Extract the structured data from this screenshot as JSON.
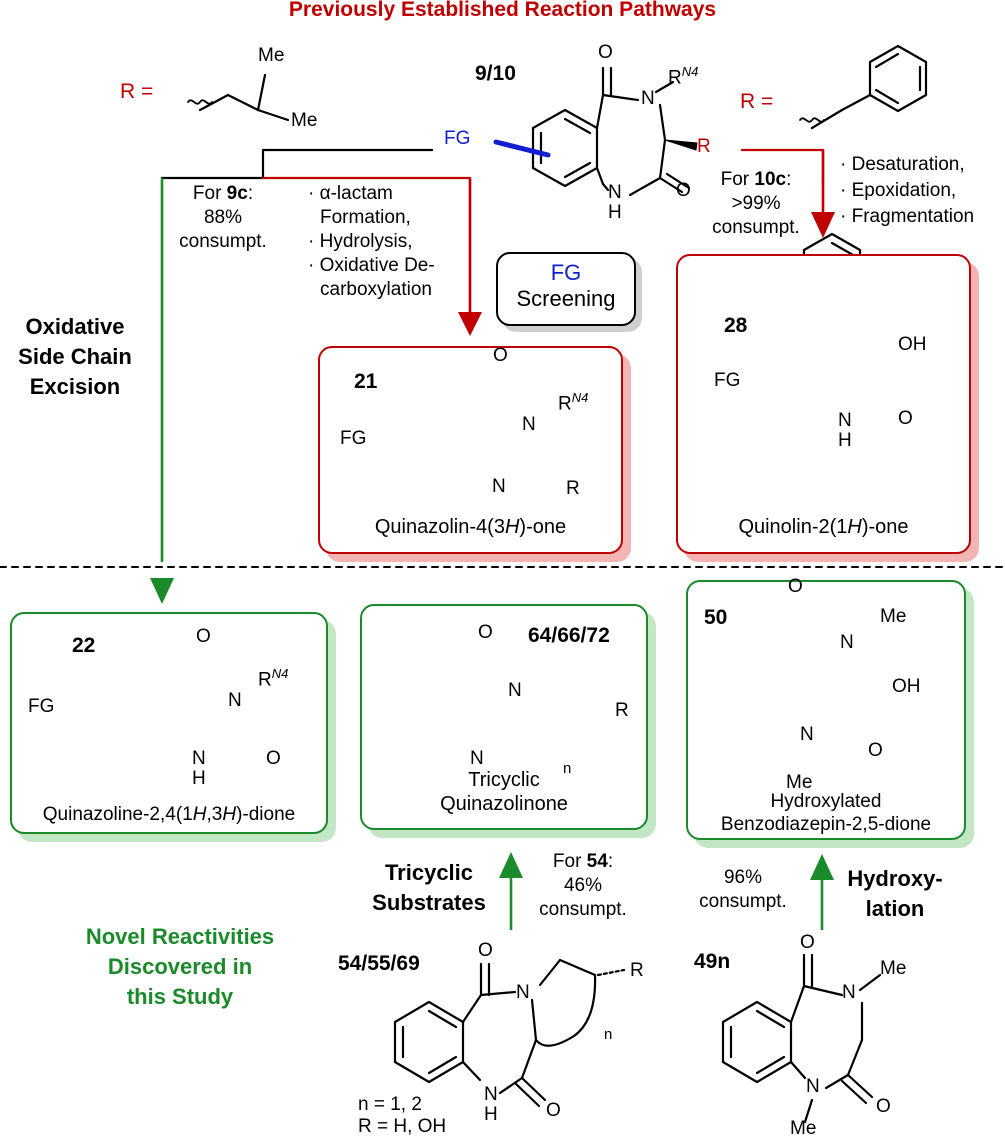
{
  "header": {
    "title": "Previously Established Reaction Pathways"
  },
  "top": {
    "r_eq": "R =",
    "me": "Me",
    "compound_id": "9/10",
    "fg": "FG",
    "rn4": "R",
    "rn4_sup": "N4",
    "r": "R",
    "o": "O",
    "n": "N",
    "h": "H"
  },
  "left_branch": {
    "for_label": "For ",
    "for_bold": "9c",
    "for_colon": ":",
    "pct": "88%",
    "consumpt": "consumpt.",
    "steps": [
      "· α-lactam",
      "Formation,",
      "· Hydrolysis,",
      "· Oxidative De-",
      "carboxylation"
    ]
  },
  "right_branch": {
    "for_label": "For ",
    "for_bold": "10c",
    "for_colon": ":",
    "pct": ">99%",
    "consumpt": "consumpt.",
    "steps": [
      "· Desaturation,",
      "· Epoxidation,",
      "· Fragmentation"
    ]
  },
  "side_title": [
    "Oxidative",
    "Side Chain",
    "Excision"
  ],
  "fg_screen": {
    "fg": "FG",
    "word": "Screening"
  },
  "box21": {
    "id": "21",
    "name_pre": "Quinazolin-4(3",
    "name_it": "H",
    "name_post": ")-one"
  },
  "box28": {
    "id": "28",
    "oh": "OH",
    "name_pre": "Quinolin-2(1",
    "name_it": "H",
    "name_post": ")-one"
  },
  "box22": {
    "id": "22",
    "name_pre": "Quinazoline-2,4(1",
    "name_it1": "H",
    "name_mid": ",3",
    "name_it2": "H",
    "name_post": ")-dione"
  },
  "box64": {
    "id": "64/66/72",
    "n_sub": "n",
    "name": [
      "Tricyclic",
      "Quinazolinone"
    ]
  },
  "box50": {
    "id": "50",
    "oh": "OH",
    "name": [
      "Hydroxylated",
      "Benzodiazepin-2,5-dione"
    ]
  },
  "tricyclic": {
    "title": [
      "Tricyclic",
      "Substrates"
    ],
    "for_label": "For ",
    "for_bold": "54",
    "for_colon": ":",
    "pct": "46%",
    "consumpt": "consumpt."
  },
  "hydroxy": {
    "pct": "96%",
    "consumpt": "consumpt.",
    "title": [
      "Hydroxy-",
      "lation"
    ]
  },
  "novel": [
    "Novel Reactivities",
    "Discovered in",
    "this Study"
  ],
  "sub54": {
    "id": "54/55/69",
    "n_line": "n = 1, 2",
    "r_line": "R = H, OH"
  },
  "sub49": {
    "id": "49n"
  },
  "colors": {
    "red": "#c00000",
    "green": "#1a8a2a",
    "blue": "#1020d0"
  }
}
